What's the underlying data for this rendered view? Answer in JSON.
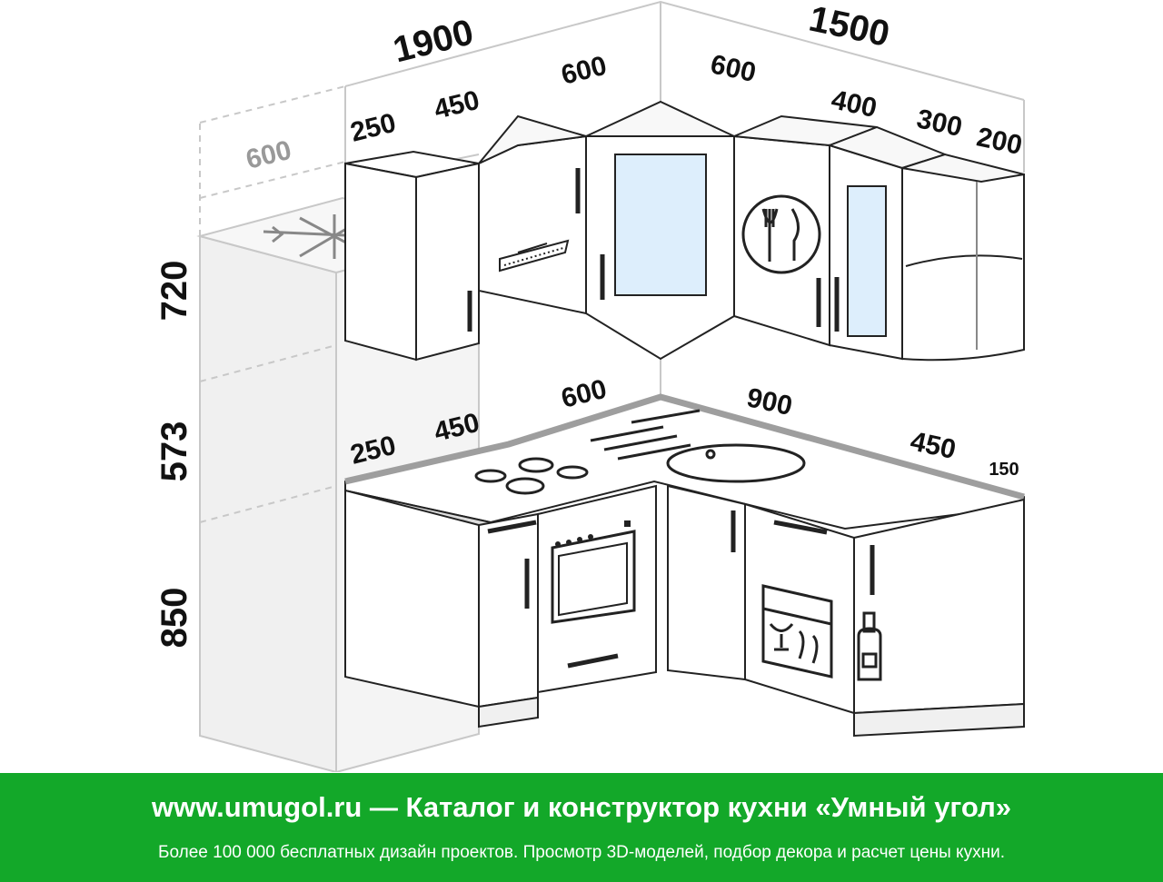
{
  "plan": {
    "top_total_left": "1900",
    "top_total_right": "1500",
    "upper_left_segments": [
      "250",
      "450",
      "600"
    ],
    "upper_right_segments": [
      "600",
      "400",
      "300",
      "200"
    ],
    "fridge_depth": "600",
    "heights": [
      "720",
      "573",
      "850"
    ],
    "counter_left_segments": [
      "250",
      "450",
      "600"
    ],
    "counter_right_segments": [
      "900",
      "450",
      "150"
    ]
  },
  "colors": {
    "footer_bg": "#13a829",
    "line": "#222222",
    "ghost": "#c8c8c8",
    "counter": "#9e9e9e",
    "glass": "#ddeefc"
  },
  "icons": [
    "snowflake-icon",
    "range-hood-icon",
    "fork-knife-icon",
    "dishwasher-icon",
    "bottle-icon",
    "cooktop-icon",
    "sink-icon",
    "oven-icon"
  ],
  "footer": {
    "line1": "www.umugol.ru — Каталог и конструктор кухни «Умный угол»",
    "line2": "Более 100 000 бесплатных дизайн проектов. Просмотр 3D-моделей, подбор декора и расчет цены кухни."
  }
}
